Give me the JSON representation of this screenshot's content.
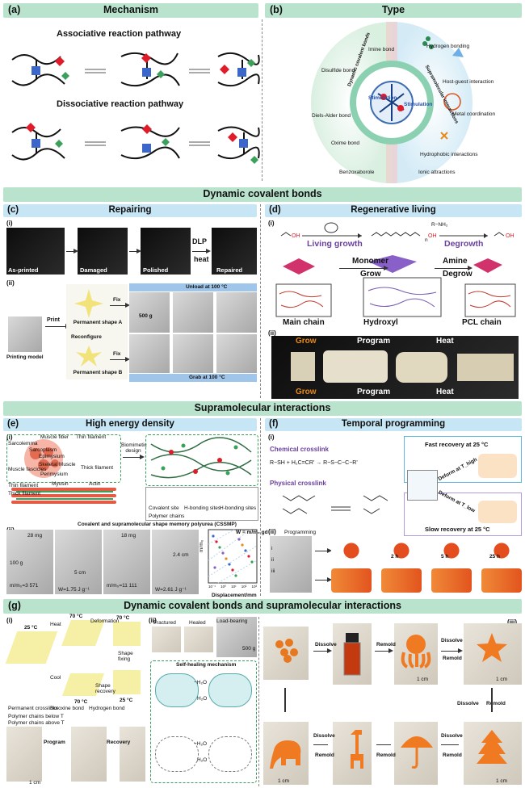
{
  "panel_a": {
    "label": "(a)",
    "title": "Mechanism",
    "assoc": "Associative reaction pathway",
    "dissoc": "Dissociative reaction pathway"
  },
  "panel_b": {
    "label": "(b)",
    "title": "Type",
    "left_items": [
      "Imine bond",
      "Disulfide bond",
      "Diels-Alder bond",
      "Oxime bond",
      "Benzoxaborole"
    ],
    "right_items": [
      "Hydrogen bonding",
      "Host-guest interaction",
      "Metal coordination",
      "Hydrophobic interactions",
      "Ionic attractions"
    ],
    "ring_left": "Dynamic covalent bonds",
    "ring_right": "Supramolecular interactions",
    "stimulation": "Stimulation"
  },
  "section_dcb": "Dynamic covalent bonds",
  "panel_c": {
    "label": "(c)",
    "title": "Repairing",
    "i": "(i)",
    "ii": "(ii)",
    "steps": [
      "As-printed",
      "Damaged",
      "Polished",
      "Repaired"
    ],
    "dlp": "DLP",
    "heat": "heat",
    "print": "Print",
    "printing_model": "Printing model",
    "shape_a": "Permanent shape A",
    "reconfigure": "Reconfigure",
    "shape_b": "Permanent shape B",
    "fix": "Fix",
    "unload": "Unload at 100 °C",
    "grab": "Grab at 100 °C",
    "weight": "500 g"
  },
  "panel_d": {
    "label": "(d)",
    "title": "Regenerative living",
    "i": "(i)",
    "ii": "(ii)",
    "living_growth": "Living growth",
    "degrowth": "Degrowth",
    "reagent": "R−NH₂",
    "n": "n",
    "monomer": "Monomer",
    "grow": "Grow",
    "amine": "Amine",
    "degrow": "Degrow",
    "legend": [
      "Main chain",
      "Hydroxyl",
      "PCL chain"
    ],
    "steps": [
      "Grow",
      "Program",
      "Heat"
    ]
  },
  "section_supra": "Supramolecular interactions",
  "panel_e": {
    "label": "(e)",
    "title": "High energy density",
    "i": "(i)",
    "ii": "(ii)",
    "muscle_labels": [
      "Sarcolemma",
      "Muscle fiber",
      "Sarcoplasm",
      "Epimysium",
      "Thin filament",
      "Skeletal Muscle",
      "Muscle fascicles",
      "Perimysium",
      "Thick filament",
      "Thin filament",
      "Myosin",
      "Actin",
      "Thick filament"
    ],
    "biomimetic": "Biomimetic design",
    "legend": [
      "Covalent site",
      "H-bonding sites",
      "H-bonding sites",
      "Polymer chains"
    ],
    "cssmp": "Covalent and supramolecular shape memory polyurea (CSSMP)",
    "photo_texts": [
      "28 mg",
      "100 g",
      "m/m₀=3 571",
      "5 cm",
      "W=1.75 J g⁻¹",
      "18 mg",
      "m/m₀=11 111",
      "2.4 cm",
      "W=2.61 J g⁻¹"
    ],
    "formula": "W = m/m₀ gd",
    "xlabel": "Displacement/mm",
    "ylabel": "m/m₀",
    "xticks": [
      "10⁻¹",
      "10⁰",
      "10¹",
      "10²",
      "10³"
    ],
    "yticks": [
      "10⁰",
      "10¹",
      "10²",
      "10³",
      "10⁴",
      "10⁵"
    ]
  },
  "panel_f": {
    "label": "(f)",
    "title": "Temporal programming",
    "i": "(i)",
    "ii": "(ii)",
    "chem": "Chemical crosslink",
    "phys": "Physical crosslink",
    "eq": "R−SH  +  H₂C=CR'  →  R−S−C−C−R'",
    "fast": "Fast recovery at 25 °C",
    "slow": "Slow recovery at 25 °C",
    "deform_high": "Deform at T_high",
    "deform_low": "Deform at T_low",
    "programming": "Programming",
    "times": [
      "2 h",
      "5 h",
      "25 h"
    ],
    "roman": [
      "i",
      "ii",
      "iii"
    ]
  },
  "section_both": "Dynamic covalent bonds and supramolecular interactions",
  "panel_g": {
    "label": "(g)",
    "i": "(i)",
    "ii": "(ii)",
    "iii": "(iii)",
    "temps": [
      "70 °C",
      "70 °C",
      "25 °C",
      "70 °C",
      "25 °C"
    ],
    "heat": "Heat",
    "cool": "Cool",
    "deformation": "Deformation",
    "shape_fixing": "Shape fixing",
    "shape_recovery": "Shape recovery",
    "legend": [
      "Permanent crosslinks",
      "Boroxine bond",
      "Hydrogen bond",
      "Polymer chains below T",
      "Polymer chains above T"
    ],
    "program": "Program",
    "recovery": "Recovery",
    "scale": "1 cm",
    "fractured": "Fractured",
    "healed": "Healed",
    "load_bearing": "Load-bearing",
    "weight": "500 g",
    "self_heal": "Self-healing mechanism",
    "h2o": [
      "−H₂O",
      "H₂O",
      "−H₂O",
      "H₂O"
    ],
    "dissolve": "Dissolve",
    "remold": "Remold"
  }
}
